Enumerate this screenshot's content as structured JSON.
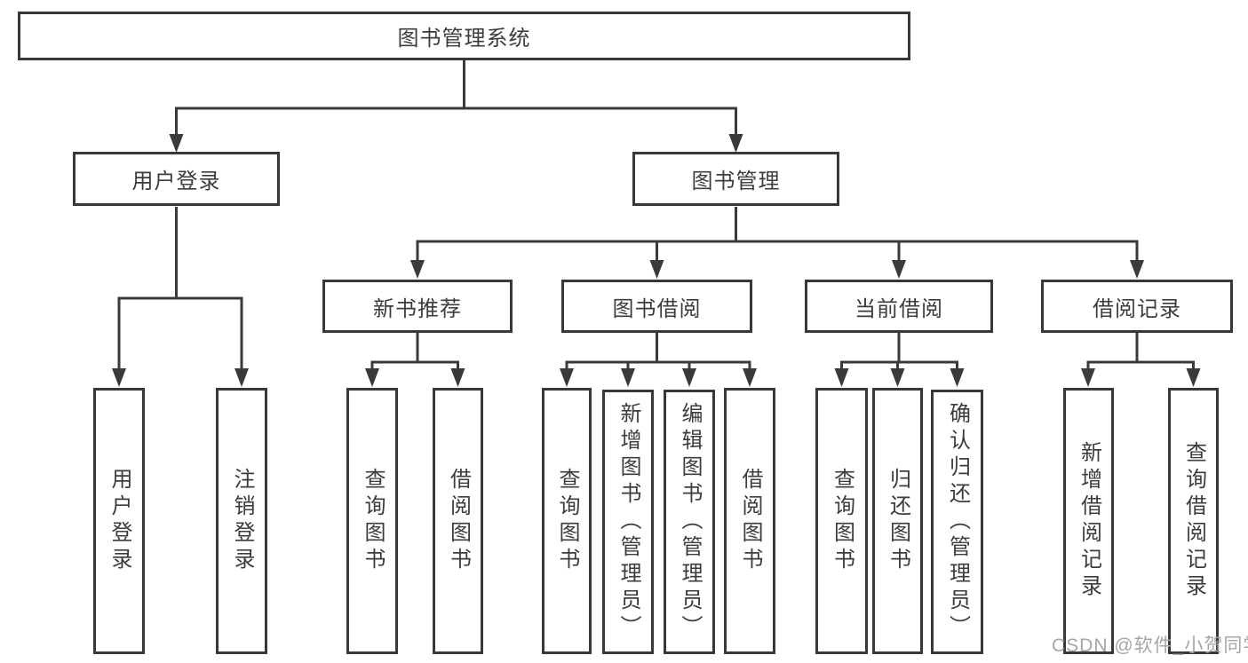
{
  "diagram": {
    "title": "图书管理系统",
    "colors": {
      "line": "#3a3a3a",
      "box_border": "#383838",
      "text": "#3c3c3c",
      "watermark": "#a6a6a6",
      "background": "#ffffff"
    },
    "tree": {
      "root": {
        "label": "图书管理系统"
      },
      "branches": [
        {
          "label": "用户登录",
          "children": [
            "用户登录",
            "注销登录"
          ]
        },
        {
          "label": "图书管理",
          "sections": [
            {
              "label": "新书推荐",
              "children": [
                "查询图书",
                "借阅图书"
              ]
            },
            {
              "label": "图书借阅",
              "children": [
                "查询图书",
                "新增图书（管理员）",
                "编辑图书（管理员）",
                "借阅图书"
              ]
            },
            {
              "label": "当前借阅",
              "children": [
                "查询图书",
                "归还图书",
                "确认归还（管理员）"
              ]
            },
            {
              "label": "借阅记录",
              "children": [
                "新增借阅记录",
                "查询借阅记录"
              ]
            }
          ]
        }
      ]
    },
    "watermark": {
      "text": "CSDN @软件_小贺同学"
    }
  }
}
